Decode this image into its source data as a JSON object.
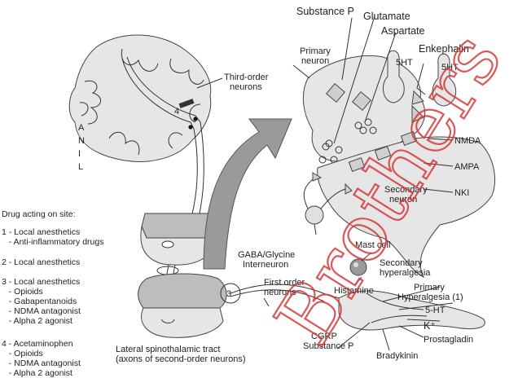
{
  "labels": {
    "substance_p_top": "Substance P",
    "glutamate": "Glutamate",
    "aspartate": "Aspartate",
    "enkephalin": "Enkephalin",
    "ht5_a": "5HT",
    "ht5_b": "5HT",
    "primary_neuron": [
      "Primary",
      "neuron"
    ],
    "third_order": [
      "Third-order",
      "neurons"
    ],
    "anil": [
      "A",
      "N",
      "I",
      "L"
    ],
    "nmda": "NMDA",
    "ampa": "AMPA",
    "nki": "NKI",
    "secondary_neuron": [
      "Secondary",
      "neuron"
    ],
    "gaba": [
      "GABA/Glycine",
      "Interneuron"
    ],
    "mast_cell": "Mast cell",
    "secondary_hyperalgesia": [
      "Secondary",
      "hyperalgesia"
    ],
    "histamine": "Histamine",
    "primary_hyperalgesia": [
      "Primary",
      "Hyperalgesia (1)"
    ],
    "ht5_c": "5-HT",
    "k_plus": "K⁺",
    "first_order": [
      "First order",
      "neurons"
    ],
    "prostagladin": "Prostagladin",
    "bradykinin": "Bradykinin",
    "cgrp": [
      "CGRP",
      "Substance P"
    ],
    "spinothalamic": [
      "Lateral spinothalamic tract",
      "(axons of second-order neurons)"
    ],
    "site_4": "4",
    "site_3": "3"
  },
  "drugs": {
    "title": "Drug acting on site:",
    "lines": [
      "1 - Local anesthetics",
      "   - Anti-inflammatory drugs",
      "2 - Local anesthetics",
      "3 - Local anesthetics",
      "   - Opioids",
      "   - Gabapentanoids",
      "   - NDMA antagonist",
      "   - Alpha 2 agonist",
      "4 - Acetaminophen",
      "   - Opioids",
      "   - NDMA antagonist",
      "   - Alpha 2 agonist"
    ]
  },
  "watermark": "Brothers",
  "colors": {
    "tissue": "#e6e6e6",
    "tissue_dark": "#bdbdbd",
    "watermark": "#d43a3a"
  }
}
